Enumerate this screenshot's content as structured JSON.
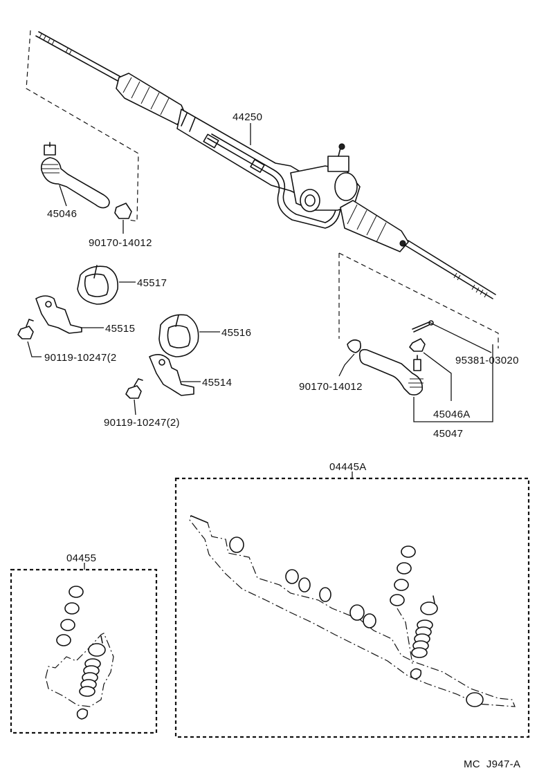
{
  "parts": {
    "rack_assembly": "44250",
    "tie_rod_end_left": "45046",
    "nut_left": "90170-14012",
    "bushing_upper": "45517",
    "bracket_left": "45515",
    "bolt_left": "90119-10247(2",
    "bushing_lower": "45516",
    "bracket_right": "45514",
    "bolt_right": "90119-10247(2)",
    "cotter_pin": "95381-03020",
    "nut_right": "90170-14012",
    "tie_rod_end_right": "45046A",
    "tie_rod_end_set": "45047",
    "gasket_kit_large": "04445A",
    "gasket_kit_small": "04455"
  },
  "footer": {
    "code": "MC  J947-A"
  }
}
